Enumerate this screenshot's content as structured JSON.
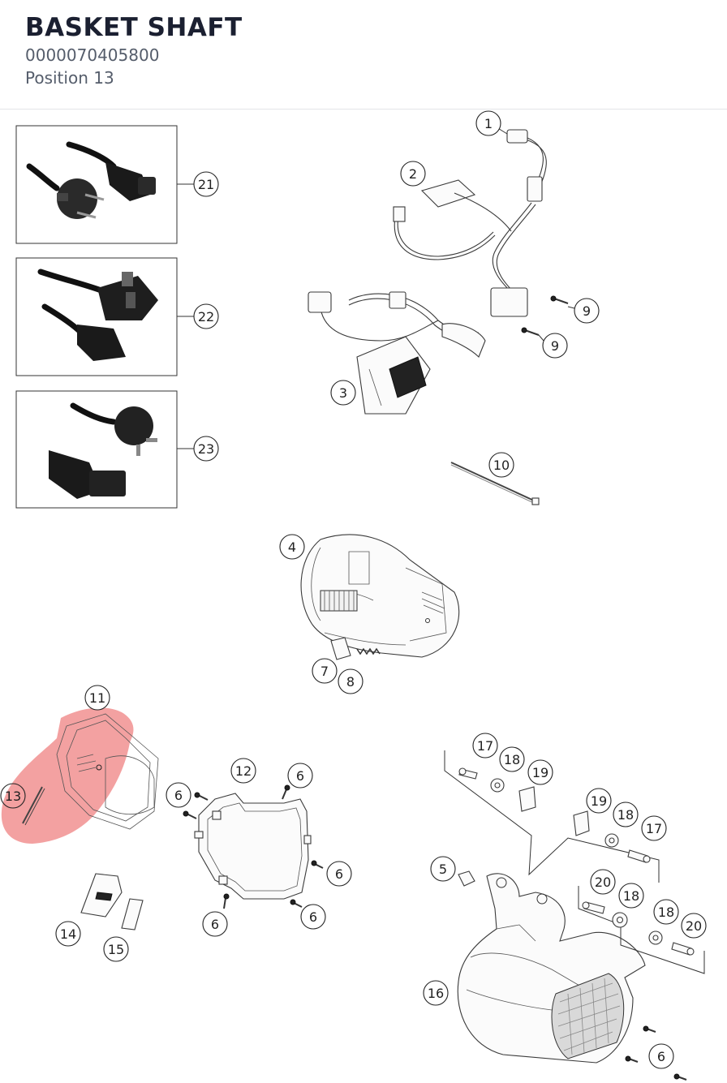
{
  "header": {
    "title": "BASKET SHAFT",
    "part_number": "0000070405800",
    "position": "Position 13"
  },
  "highlight_color": "#f08a8a",
  "callouts": {
    "c1": "1",
    "c2": "2",
    "c3": "3",
    "c4": "4",
    "c5": "5",
    "c6a": "6",
    "c6b": "6",
    "c6c": "6",
    "c6d": "6",
    "c6e": "6",
    "c6f": "6",
    "c7": "7",
    "c8": "8",
    "c9a": "9",
    "c9b": "9",
    "c10": "10",
    "c11": "11",
    "c12": "12",
    "c13": "13",
    "c14": "14",
    "c15": "15",
    "c16": "16",
    "c17a": "17",
    "c17b": "17",
    "c18a": "18",
    "c18b": "18",
    "c18c": "18",
    "c18d": "18",
    "c19a": "19",
    "c19b": "19",
    "c20a": "20",
    "c20b": "20",
    "c21": "21",
    "c22": "22",
    "c23": "23"
  },
  "cables": [
    "eu-power-cable",
    "uk-power-cable",
    "au-power-cable"
  ]
}
